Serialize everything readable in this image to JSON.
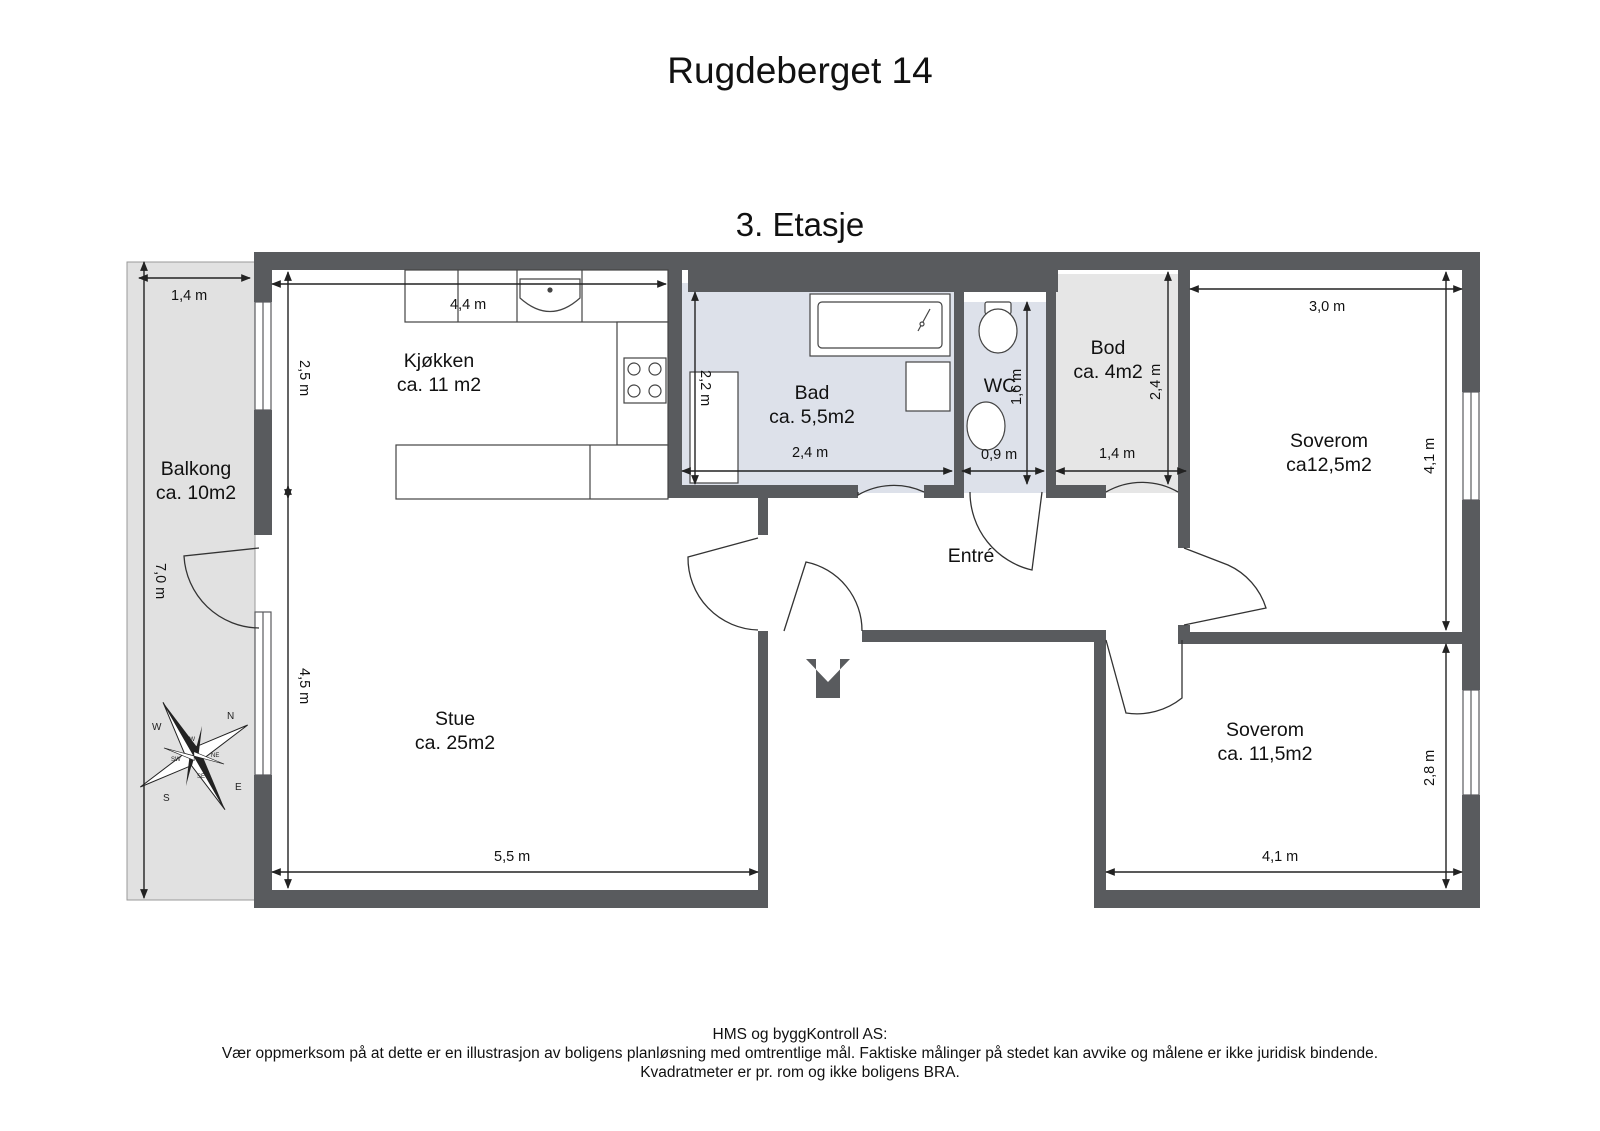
{
  "title": "Rugdeberget 14",
  "floor": "3. Etasje",
  "colors": {
    "wall": "#595b5e",
    "wet_room": "#dde1ea",
    "balcony": "#e1e1e1",
    "storage": "#e6e6e6"
  },
  "rooms": {
    "kitchen": {
      "name": "Kjøkken",
      "area": "ca. 11 m2"
    },
    "bath": {
      "name": "Bad",
      "area": "ca. 5,5m2"
    },
    "wc": {
      "name": "WC"
    },
    "storage": {
      "name": "Bod",
      "area": "ca. 4m2"
    },
    "bedroom1": {
      "name": "Soverom",
      "area": "ca12,5m2"
    },
    "bedroom2": {
      "name": "Soverom",
      "area": "ca. 11,5m2"
    },
    "balcony": {
      "name": "Balkong",
      "area": "ca. 10m2"
    },
    "living": {
      "name": "Stue",
      "area": "ca. 25m2"
    },
    "entry": {
      "name": "Entré"
    }
  },
  "dimensions": {
    "balcony_width": "1,4 m",
    "balcony_length": "7,0 m",
    "kitchen_width": "4,4 m",
    "kitchen_depth": "2,5 m",
    "living_depth": "4,5 m",
    "living_width": "5,5 m",
    "bath_depth": "2,2 m",
    "bath_width": "2,4 m",
    "wc_depth": "1,6 m",
    "wc_width": "0,9 m",
    "storage_depth": "2,4 m",
    "storage_width": "1,4 m",
    "bed1_width": "3,0 m",
    "bed1_depth": "4,1 m",
    "bed2_depth": "2,8 m",
    "bed2_width": "4,1 m"
  },
  "compass": {
    "n": "N",
    "e": "E",
    "s": "S",
    "w": "W",
    "ne": "NE",
    "nw": "NW",
    "se": "SE",
    "sw": "SW"
  },
  "footer": {
    "line1": "HMS og byggKontroll AS:",
    "line2": "Vær oppmerksom på at dette er en illustrasjon av boligens planløsning med omtrentlige mål. Faktiske målinger på stedet kan avvike og målene er ikke juridisk bindende.",
    "line3": "Kvadratmeter er pr. rom og ikke boligens BRA."
  }
}
